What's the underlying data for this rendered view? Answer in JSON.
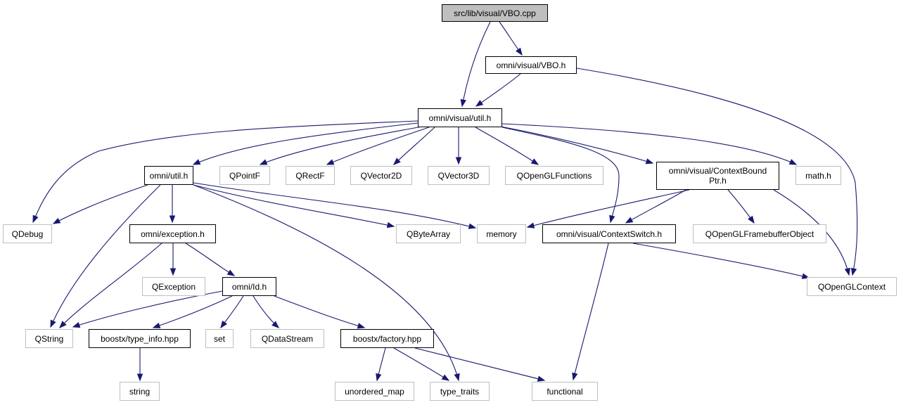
{
  "graph": {
    "root": "src/lib/visual/VBO.cpp",
    "colors": {
      "edge": "#191970",
      "root_fill": "#bfbfbf",
      "documented_border": "#000000",
      "external_border": "#bfbfbf"
    },
    "nodes": [
      {
        "id": "vbo_cpp",
        "label": "src/lib/visual/VBO.cpp",
        "kind": "root"
      },
      {
        "id": "vbo_h",
        "label": "omni/visual/VBO.h",
        "kind": "documented"
      },
      {
        "id": "util_vis",
        "label": "omni/visual/util.h",
        "kind": "documented"
      },
      {
        "id": "util",
        "label": "omni/util.h",
        "kind": "documented"
      },
      {
        "id": "qpointf",
        "label": "QPointF",
        "kind": "external"
      },
      {
        "id": "qrectf",
        "label": "QRectF",
        "kind": "external"
      },
      {
        "id": "qvector2d",
        "label": "QVector2D",
        "kind": "external"
      },
      {
        "id": "qvector3d",
        "label": "QVector3D",
        "kind": "external"
      },
      {
        "id": "qoglfunc",
        "label": "QOpenGLFunctions",
        "kind": "external"
      },
      {
        "id": "cbptr",
        "label": "omni/visual/ContextBound\nPtr.h",
        "kind": "documented"
      },
      {
        "id": "mathh",
        "label": "math.h",
        "kind": "external"
      },
      {
        "id": "qdebug",
        "label": "QDebug",
        "kind": "external"
      },
      {
        "id": "exception",
        "label": "omni/exception.h",
        "kind": "documented"
      },
      {
        "id": "qbytearray",
        "label": "QByteArray",
        "kind": "external"
      },
      {
        "id": "memory",
        "label": "memory",
        "kind": "external"
      },
      {
        "id": "ctxswitch",
        "label": "omni/visual/ContextSwitch.h",
        "kind": "documented"
      },
      {
        "id": "qoglfbo",
        "label": "QOpenGLFramebufferObject",
        "kind": "external"
      },
      {
        "id": "qexception",
        "label": "QException",
        "kind": "external"
      },
      {
        "id": "idh",
        "label": "omni/Id.h",
        "kind": "documented"
      },
      {
        "id": "qoglctx",
        "label": "QOpenGLContext",
        "kind": "external"
      },
      {
        "id": "qstring",
        "label": "QString",
        "kind": "external"
      },
      {
        "id": "typeinfo",
        "label": "boostx/type_info.hpp",
        "kind": "documented"
      },
      {
        "id": "set",
        "label": "set",
        "kind": "external"
      },
      {
        "id": "qdatastream",
        "label": "QDataStream",
        "kind": "external"
      },
      {
        "id": "factory",
        "label": "boostx/factory.hpp",
        "kind": "documented"
      },
      {
        "id": "string",
        "label": "string",
        "kind": "external"
      },
      {
        "id": "unordered_map",
        "label": "unordered_map",
        "kind": "external"
      },
      {
        "id": "type_traits",
        "label": "type_traits",
        "kind": "external"
      },
      {
        "id": "functional",
        "label": "functional",
        "kind": "external"
      }
    ],
    "edges": [
      [
        "vbo_cpp",
        "vbo_h"
      ],
      [
        "vbo_cpp",
        "util_vis"
      ],
      [
        "vbo_h",
        "util_vis"
      ],
      [
        "vbo_h",
        "qoglctx"
      ],
      [
        "util_vis",
        "qdebug"
      ],
      [
        "util_vis",
        "util"
      ],
      [
        "util_vis",
        "qpointf"
      ],
      [
        "util_vis",
        "qrectf"
      ],
      [
        "util_vis",
        "qvector2d"
      ],
      [
        "util_vis",
        "qvector3d"
      ],
      [
        "util_vis",
        "qoglfunc"
      ],
      [
        "util_vis",
        "cbptr"
      ],
      [
        "util_vis",
        "mathh"
      ],
      [
        "util_vis",
        "ctxswitch"
      ],
      [
        "util",
        "qdebug"
      ],
      [
        "util",
        "qstring"
      ],
      [
        "util",
        "exception"
      ],
      [
        "util",
        "qbytearray"
      ],
      [
        "util",
        "memory"
      ],
      [
        "util",
        "type_traits"
      ],
      [
        "cbptr",
        "memory"
      ],
      [
        "cbptr",
        "ctxswitch"
      ],
      [
        "cbptr",
        "qoglfbo"
      ],
      [
        "cbptr",
        "qoglctx"
      ],
      [
        "ctxswitch",
        "qoglctx"
      ],
      [
        "ctxswitch",
        "functional"
      ],
      [
        "exception",
        "qstring"
      ],
      [
        "exception",
        "qexception"
      ],
      [
        "exception",
        "idh"
      ],
      [
        "idh",
        "qstring"
      ],
      [
        "idh",
        "typeinfo"
      ],
      [
        "idh",
        "set"
      ],
      [
        "idh",
        "qdatastream"
      ],
      [
        "idh",
        "factory"
      ],
      [
        "typeinfo",
        "string"
      ],
      [
        "factory",
        "unordered_map"
      ],
      [
        "factory",
        "type_traits"
      ],
      [
        "factory",
        "functional"
      ]
    ]
  }
}
